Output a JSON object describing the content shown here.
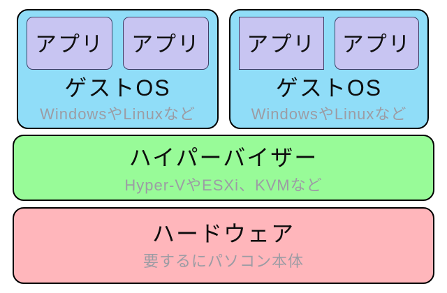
{
  "diagram": {
    "type": "hypervisor-architecture-stack",
    "guest_stacks": [
      {
        "apps": [
          {
            "label": "アプリ"
          },
          {
            "label": "アプリ"
          }
        ],
        "os": {
          "label": "ゲストOS",
          "note": "WindowsやLinuxなど"
        }
      },
      {
        "apps": [
          {
            "label": "アプリ"
          },
          {
            "label": "アプリ"
          }
        ],
        "os": {
          "label": "ゲストOS",
          "note": "WindowsやLinuxなど"
        }
      }
    ],
    "hypervisor": {
      "label": "ハイパーバイザー",
      "note": "Hyper-VやESXi、KVMなど"
    },
    "hardware": {
      "label": "ハードウェア",
      "note": "要するにパソコン本体"
    },
    "colors": {
      "guest_fill": "#90ddf8",
      "app_fill": "#c8c5f2",
      "hypervisor_fill": "#98fb98",
      "hardware_fill": "#ffb6bb",
      "outline": "#000000",
      "title_text": "#0d0d0d",
      "note_text": "#9c9ca4"
    }
  }
}
